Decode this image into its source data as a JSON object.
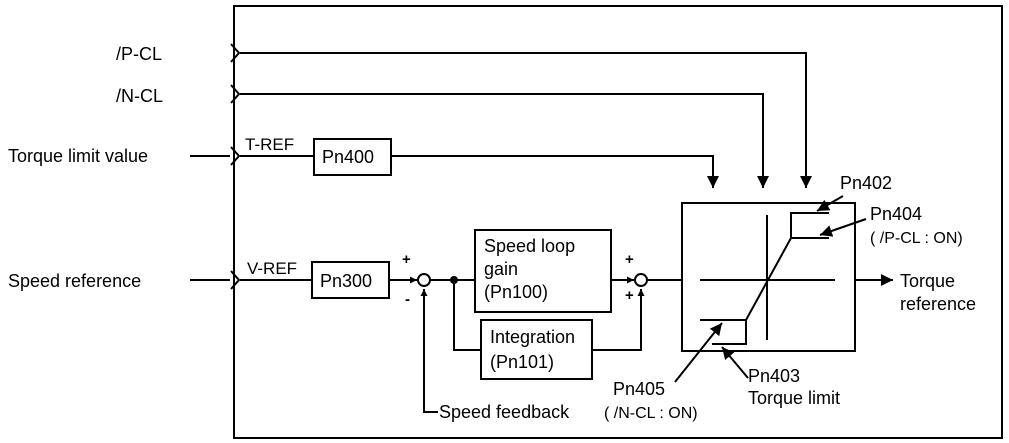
{
  "inputs": {
    "p_cl": "/P-CL",
    "n_cl": "/N-CL",
    "torque_limit_value": "Torque limit value",
    "speed_reference": "Speed reference"
  },
  "signals": {
    "t_ref": "T-REF",
    "v_ref": "V-REF",
    "speed_feedback": "Speed feedback"
  },
  "blocks": {
    "pn400": "Pn400",
    "pn300": "Pn300",
    "speed_loop_gain": [
      "Speed loop",
      "gain",
      "(Pn100)"
    ],
    "integration": [
      "Integration",
      "(Pn101)"
    ]
  },
  "summing": {
    "first_plus": "+",
    "first_minus": "-",
    "second_plus_top": "+",
    "second_plus_bottom": "+"
  },
  "limiter": {
    "pn402": "Pn402",
    "pn404": "Pn404",
    "pn404_condition": "( /P-CL : ON)",
    "pn403": "Pn403",
    "torque_limit": "Torque limit",
    "pn405": "Pn405",
    "pn405_condition": "( /N-CL : ON)"
  },
  "output": [
    "Torque",
    "reference"
  ]
}
